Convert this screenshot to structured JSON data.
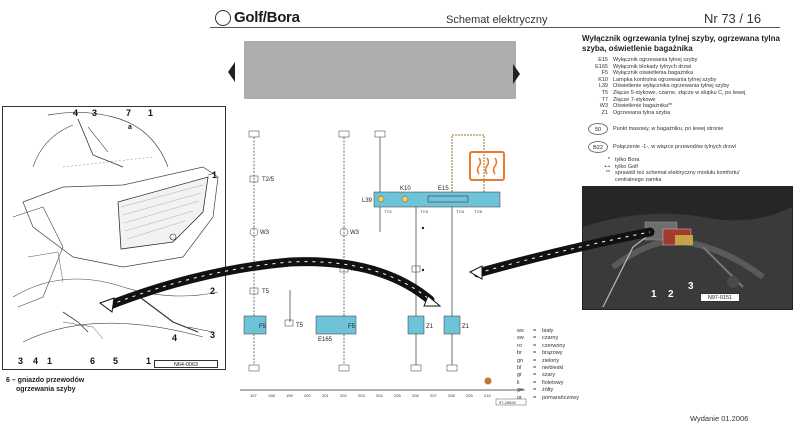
{
  "header": {
    "brand": "Golf/Bora",
    "title": "Schemat elektryczny",
    "page_number": "Nr    73 / 16"
  },
  "legend": {
    "title": "Wyłącznik ogrzewania tylnej szyby, ogrzewana tylna szyba, oświetlenie bagażnika",
    "items": [
      {
        "code": "E15",
        "text": "Wyłącznik ogrzewania tylnej szyby"
      },
      {
        "code": "E165",
        "text": "Wyłącznik blokady tylnych drzwi"
      },
      {
        "code": "F5",
        "text": "Wyłącznik oświetlenia bagażnika"
      },
      {
        "code": "K10",
        "text": "Lampka kontrolna ogrzewania tylnej szyby"
      },
      {
        "code": "L39",
        "text": "Oświetlenie wyłącznika ogrzewania tylnej szyby"
      },
      {
        "code": "T5",
        "text": "Złącze 5-stykowe, czarne, złącze w słupku C, po lewej"
      },
      {
        "code": "T7",
        "text": "Złącze 7-stykowe"
      },
      {
        "code": "W3",
        "text": "Oświetlenie bagażnika**"
      },
      {
        "code": "Z1",
        "text": "Ogrzewana tylna szyba"
      }
    ],
    "points": [
      {
        "code": "50",
        "text": "Punkt masowy, w bagażniku, po lewej stronie"
      },
      {
        "code": "B22",
        "text": "Połączenie -1-, w wiązce przewodów tylnych drzwi"
      }
    ],
    "notes": [
      {
        "symbol": "*",
        "text": "tylko Bora"
      },
      {
        "symbol": "•-•",
        "text": "tylko Golf"
      },
      {
        "symbol": "**",
        "text": "sprawdź też schemat elektryczny modułu komfortu/"
      },
      {
        "symbol": "",
        "text": "centralnego zamka"
      }
    ]
  },
  "left_panel": {
    "callouts": [
      "4",
      "3",
      "7",
      "1",
      "a",
      "1",
      "2",
      "3",
      "3",
      "4",
      "1",
      "6",
      "5",
      "1",
      "4"
    ],
    "code": "N64-0063",
    "caption_line1": "6 – gniazdo przewodów",
    "caption_line2": "ogrzewania szyby"
  },
  "right_panel": {
    "callouts": [
      "1",
      "2",
      "3"
    ],
    "code": "N97-0151"
  },
  "diagram": {
    "track_numbers": [
      "197",
      "198",
      "199",
      "200",
      "201",
      "202",
      "203",
      "204",
      "205",
      "206",
      "207",
      "208",
      "209",
      "210"
    ],
    "components": [
      "T2/5",
      "W3",
      "W3",
      "T5",
      "T5",
      "F5",
      "T5",
      "E165",
      "F5",
      "Z1",
      "Z1",
      "L39",
      "K10",
      "E15",
      "T7/1",
      "T7/3",
      "T7/4",
      "T7/5"
    ],
    "ref_code": "97-29692"
  },
  "color_legend": [
    {
      "code": "ws",
      "name": "biały"
    },
    {
      "code": "sw",
      "name": "czarny"
    },
    {
      "code": "ro",
      "name": "czerwony"
    },
    {
      "code": "br",
      "name": "brązowy"
    },
    {
      "code": "gn",
      "name": "zielony"
    },
    {
      "code": "bl",
      "name": "niebieski"
    },
    {
      "code": "gr",
      "name": "szary"
    },
    {
      "code": "li",
      "name": "fioletowy"
    },
    {
      "code": "ge",
      "name": "żółty"
    },
    {
      "code": "or",
      "name": "pomarańczowy"
    }
  ],
  "footer": {
    "edition": "Wydanie 01.2006"
  },
  "colors": {
    "connector_blue": "#6ec3d8",
    "heater_orange": "#e87a2a",
    "gray_panel": "#adadad"
  }
}
